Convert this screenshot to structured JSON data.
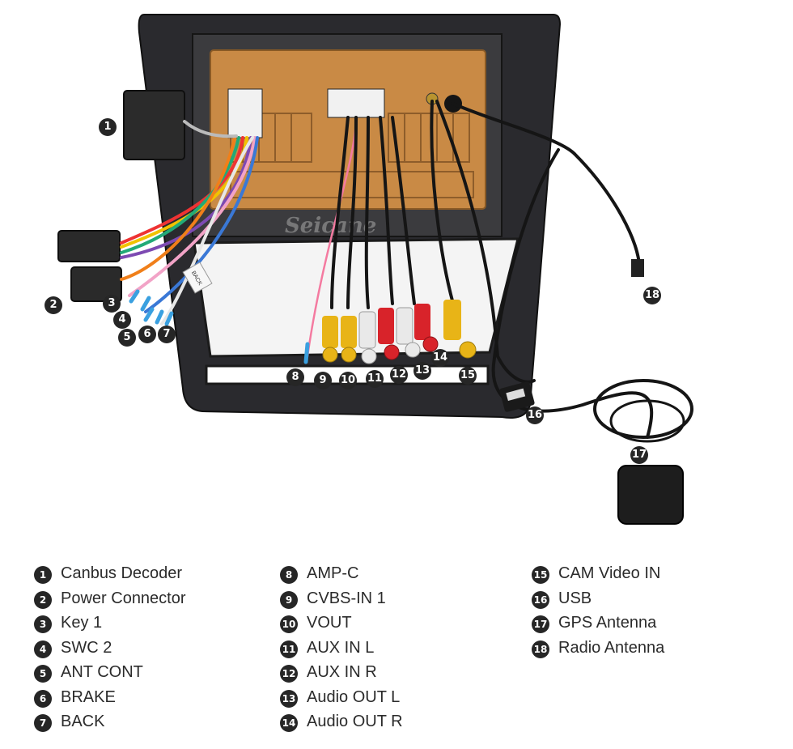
{
  "watermark": "Seicane",
  "components": [
    {
      "num": "1",
      "label": "Canbus Decoder"
    },
    {
      "num": "2",
      "label": "Power Connector"
    },
    {
      "num": "3",
      "label": "Key 1"
    },
    {
      "num": "4",
      "label": "SWC 2"
    },
    {
      "num": "5",
      "label": "ANT CONT"
    },
    {
      "num": "6",
      "label": "BRAKE"
    },
    {
      "num": "7",
      "label": "BACK"
    },
    {
      "num": "8",
      "label": "AMP-C"
    },
    {
      "num": "9",
      "label": "CVBS-IN 1"
    },
    {
      "num": "10",
      "label": "VOUT"
    },
    {
      "num": "11",
      "label": "AUX IN L"
    },
    {
      "num": "12",
      "label": "AUX IN R"
    },
    {
      "num": "13",
      "label": "Audio OUT L"
    },
    {
      "num": "14",
      "label": "Audio OUT R"
    },
    {
      "num": "15",
      "label": "CAM Video IN"
    },
    {
      "num": "16",
      "label": "USB"
    },
    {
      "num": "17",
      "label": "GPS Antenna"
    },
    {
      "num": "18",
      "label": "Radio Antenna"
    }
  ],
  "tags": {
    "back": "BACK"
  },
  "colors": {
    "frame": "#2a2a2e",
    "copper_board": "#c98a45",
    "rca_yellow": "#e8b417",
    "rca_white": "#e9e9e9",
    "rca_red": "#d8232a",
    "cable": "#151515",
    "badge": "#262626"
  }
}
